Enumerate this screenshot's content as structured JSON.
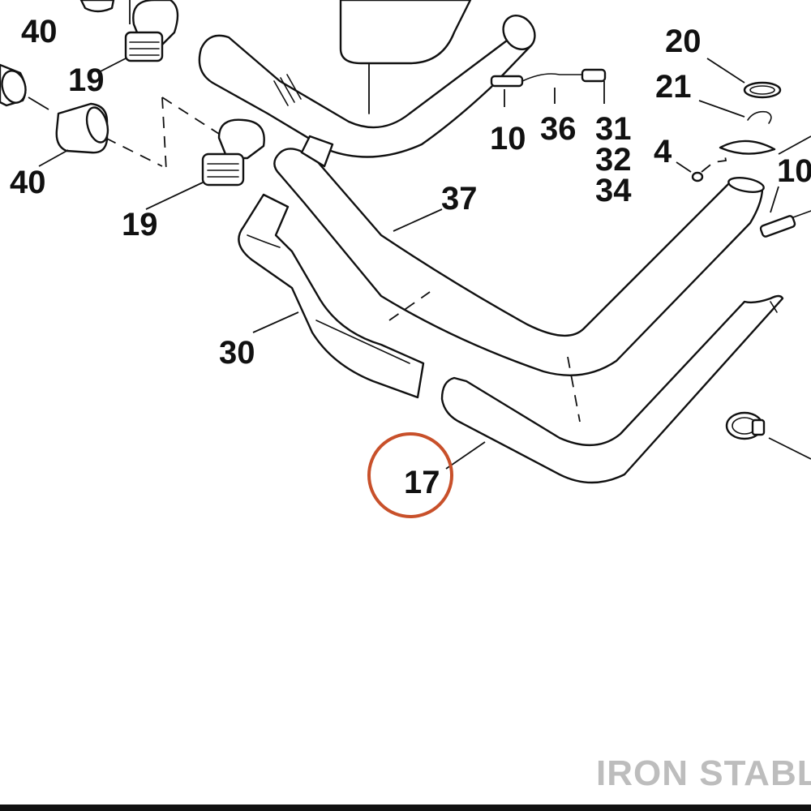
{
  "diagram": {
    "callouts": {
      "c40_top": "40",
      "c40_left": "40",
      "c19_top": "19",
      "c19_mid": "19",
      "c20": "20",
      "c21": "21",
      "c10_mid": "10",
      "c36": "36",
      "c31": "31",
      "c32": "32",
      "c34": "34",
      "c4": "4",
      "c10_right": "10",
      "c37": "37",
      "c30": "30",
      "c17": "17"
    },
    "highlight_color": "#c8502a",
    "watermark": "IRON STABLE"
  }
}
